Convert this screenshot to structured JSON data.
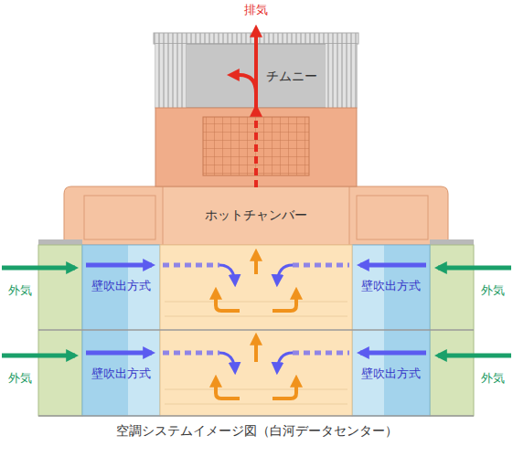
{
  "diagram": {
    "caption": "空調システムイメージ図（白河データセンター）",
    "nodes": [
      {
        "text": [
          "チムニー"
        ]
      },
      {
        "text": [
          "ホットチャンバー"
        ]
      },
      {
        "text": [
          "壁吹出方式"
        ]
      },
      {
        "text": [
          "壁吹出方式"
        ]
      },
      {
        "text": [
          "壁吹出方式"
        ]
      },
      {
        "text": [
          "壁吹出方式"
        ]
      }
    ],
    "edges": [
      {
        "from": 1,
        "to": 0,
        "arrow": "to"
      }
    ],
    "labels": [
      "排気",
      "外気",
      "外気",
      "外気",
      "外気"
    ]
  }
}
